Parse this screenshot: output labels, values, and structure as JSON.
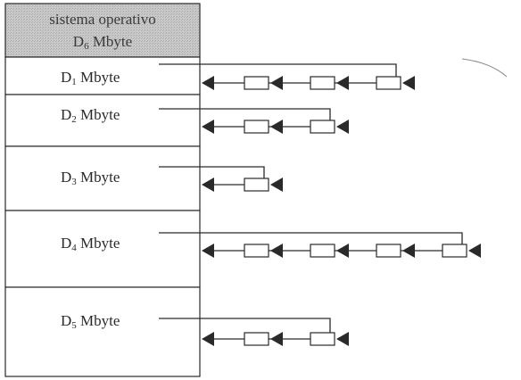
{
  "memory": {
    "os_label": "sistema operativo",
    "os_size_prefix": "D",
    "os_size_sub": "6",
    "os_size_unit": " Mbyte",
    "partitions": [
      {
        "prefix": "D",
        "sub": "1",
        "unit": " Mbyte",
        "queue_length": 3
      },
      {
        "prefix": "D",
        "sub": "2",
        "unit": " Mbyte",
        "queue_length": 2
      },
      {
        "prefix": "D",
        "sub": "3",
        "unit": " Mbyte",
        "queue_length": 1
      },
      {
        "prefix": "D",
        "sub": "4",
        "unit": " Mbyte",
        "queue_length": 4
      },
      {
        "prefix": "D",
        "sub": "5",
        "unit": " Mbyte",
        "queue_length": 2
      }
    ]
  },
  "colors": {
    "os_fill": "#c4c4c4",
    "line": "#2a2a2a"
  }
}
